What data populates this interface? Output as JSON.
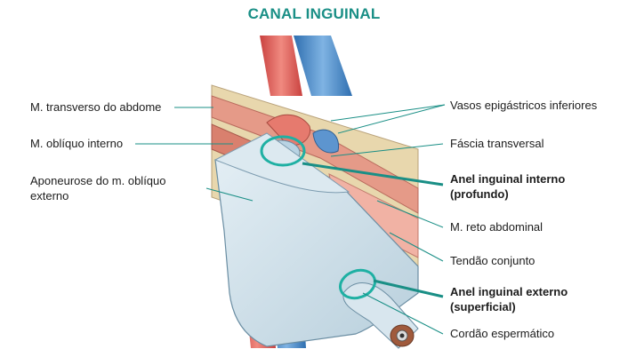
{
  "title": "CANAL INGUINAL",
  "colors": {
    "title": "#1a8f86",
    "leader": "#1a8f86",
    "artery": "#d9534f",
    "vein": "#3a7fc4",
    "aponeurosis": "#cfe0ea",
    "muscle": "#e5a08f",
    "fat": "#e9dcb6"
  },
  "labels": {
    "transverso_line1": "M. transverso do abdome",
    "obliquo_interno_line1": "M. oblíquo interno",
    "aponeurose_line1": "Aponeurose do m. oblíquo",
    "aponeurose_line2": "externo",
    "vasos_line1": "Vasos epigástricos inferiores",
    "fascia_line1": "Fáscia transversal",
    "anel_interno_line1": "Anel inguinal interno",
    "anel_interno_line2": "(profundo)",
    "reto_line1": "M. reto abdominal",
    "tendao_line1": "Tendão conjunto",
    "anel_externo_line1": "Anel inguinal externo",
    "anel_externo_line2": "(superficial)",
    "cordao_line1": "Cordão espermático"
  }
}
